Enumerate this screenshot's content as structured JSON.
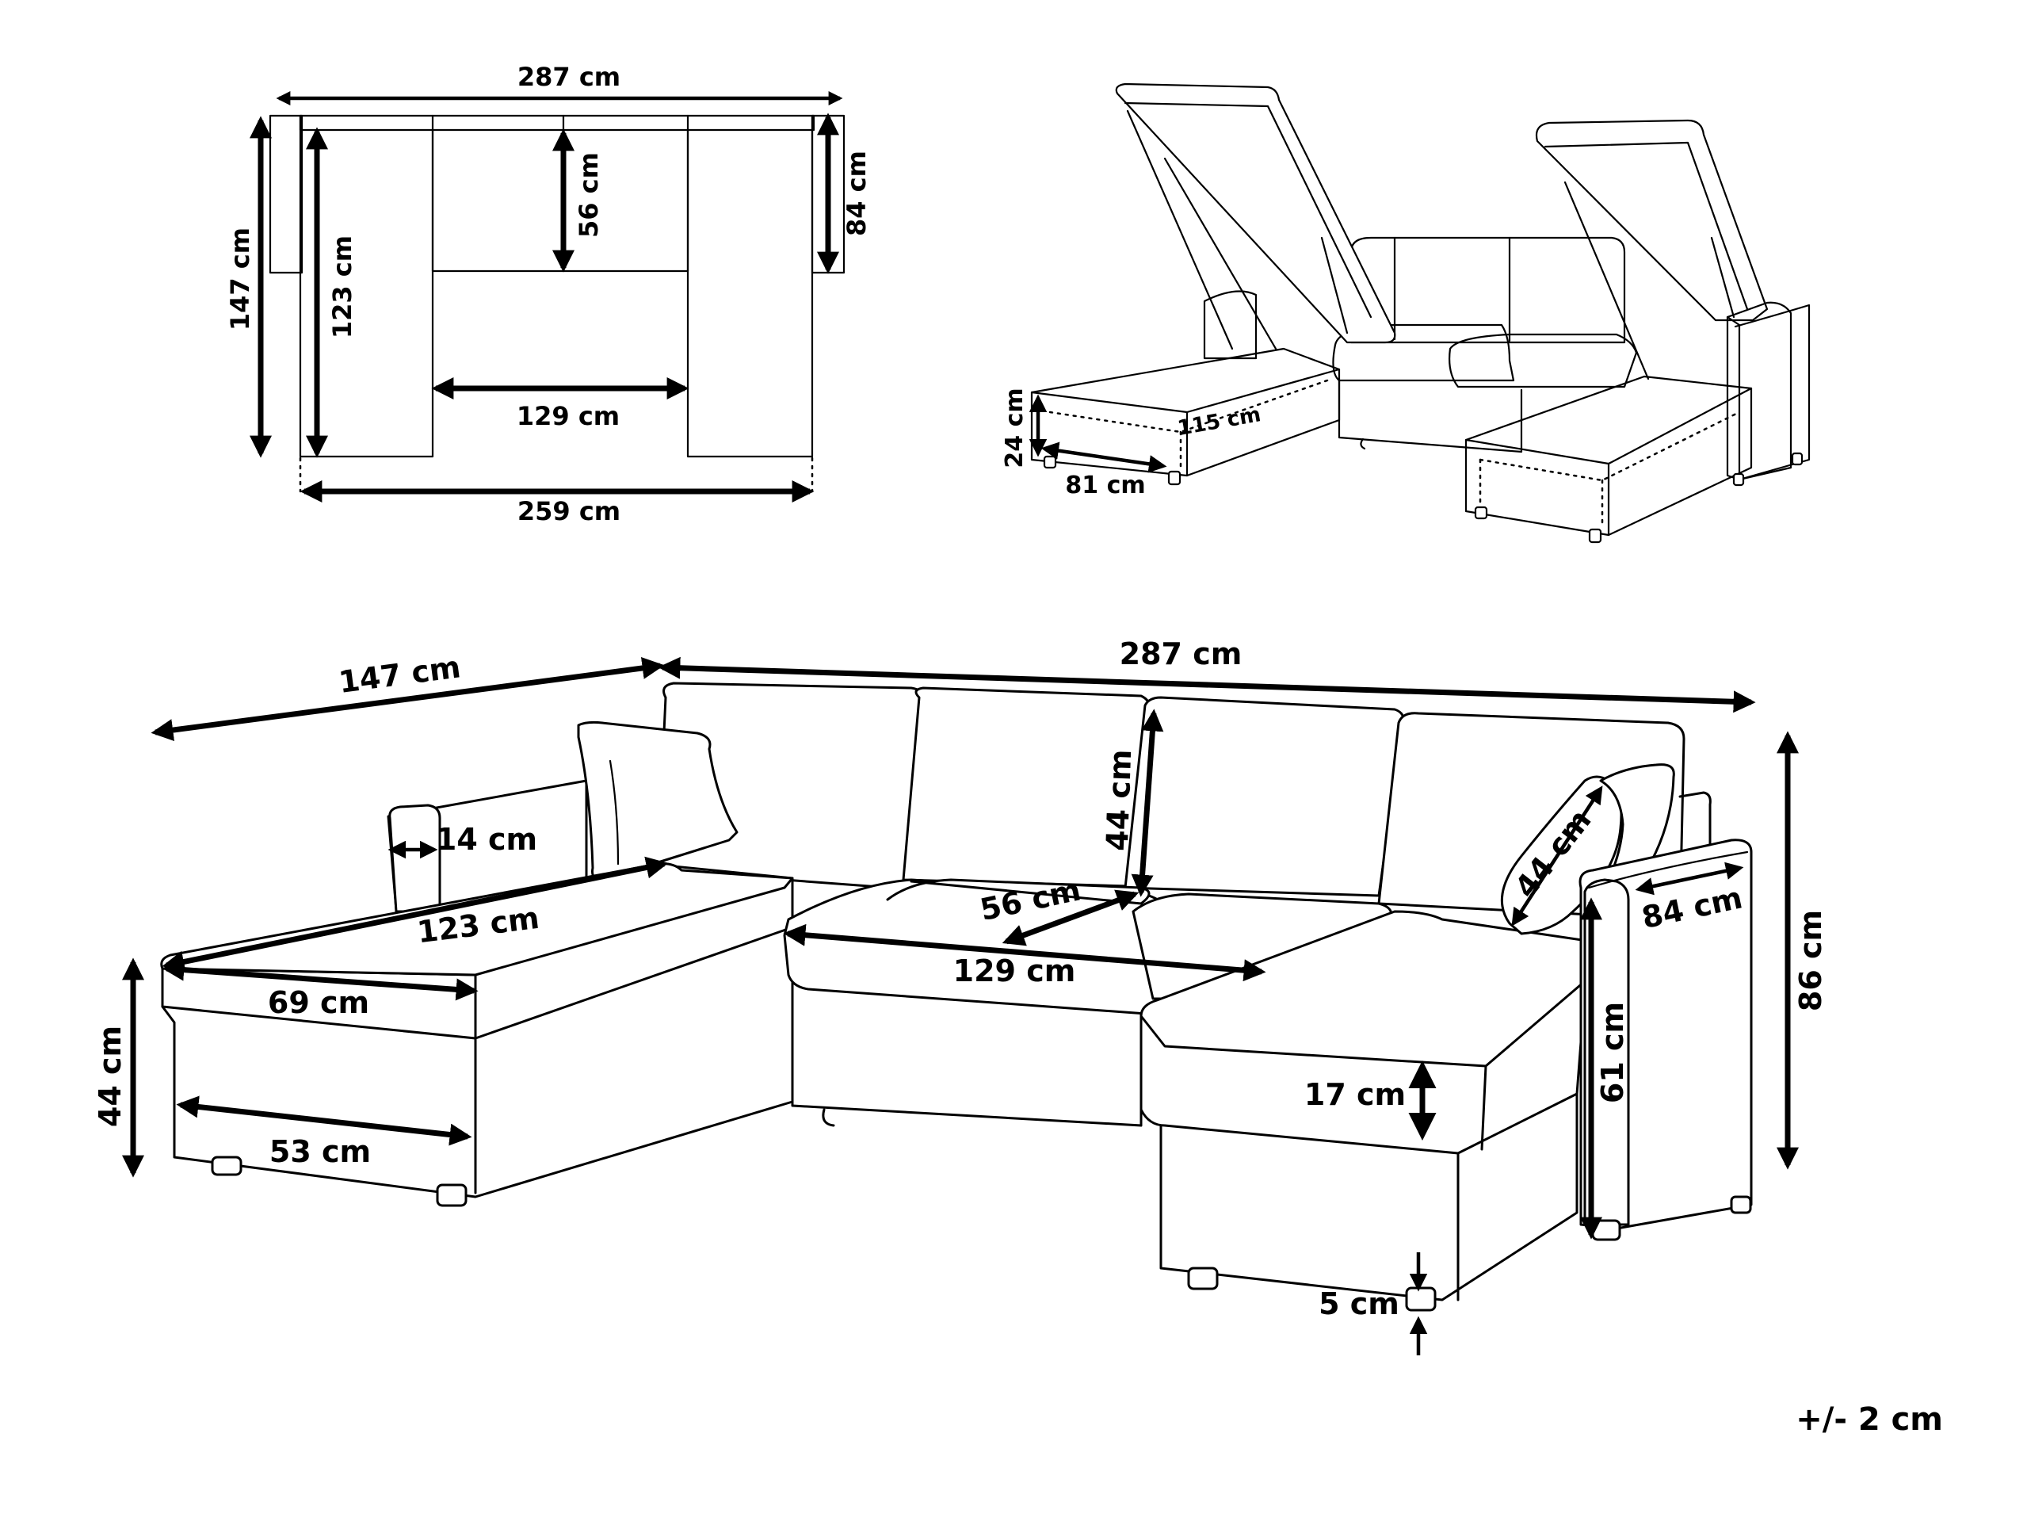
{
  "top_plan": {
    "width_label": "287 cm",
    "depth_label": "147 cm",
    "chaise_length_label": "123 cm",
    "seat_depth_label": "56 cm",
    "arm_depth_label": "84 cm",
    "inner_width_label": "129 cm",
    "base_width_label": "259 cm"
  },
  "storage_view": {
    "height_label": "24 cm",
    "length_label": "115 cm",
    "width_label": "81 cm"
  },
  "front_view": {
    "chaise_depth_label": "147 cm",
    "overall_width_label": "287 cm",
    "arm_width_label": "14 cm",
    "chaise_length_label": "123 cm",
    "chaise_width_label": "69 cm",
    "seat_height_label": "44 cm",
    "inner_chaise_label": "53 cm",
    "seat_depth_label": "56 cm",
    "seat_width_label": "129 cm",
    "backrest_height_label": "44 cm",
    "pillow_label": "44 cm",
    "arm_depth_label": "84 cm",
    "total_height_label": "86 cm",
    "arm_height_label": "61 cm",
    "cushion_thickness_label": "17 cm",
    "leg_height_label": "5 cm"
  },
  "tolerance_label": "+/- 2 cm"
}
